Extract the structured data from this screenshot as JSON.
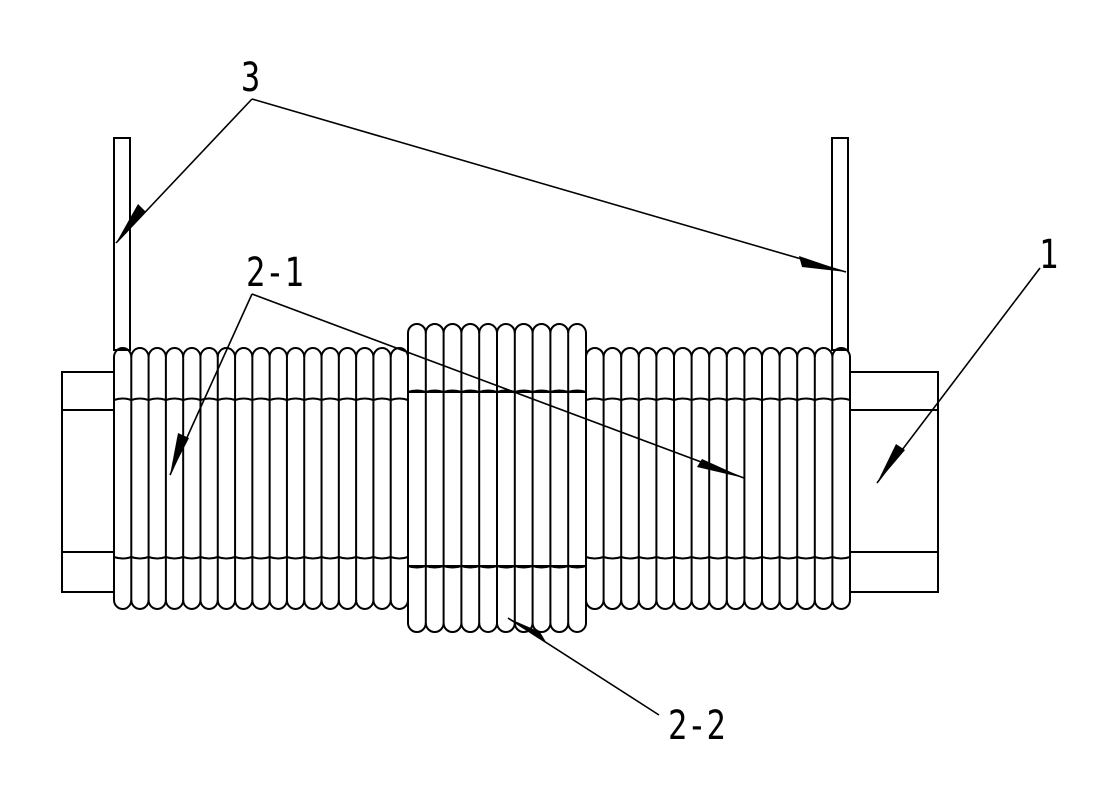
{
  "labels": {
    "part_1": "1",
    "part_2_1": "2-1",
    "part_2_2": "2-2",
    "part_3": "3"
  },
  "colors": {
    "line": "#000000",
    "background": "#ffffff"
  }
}
